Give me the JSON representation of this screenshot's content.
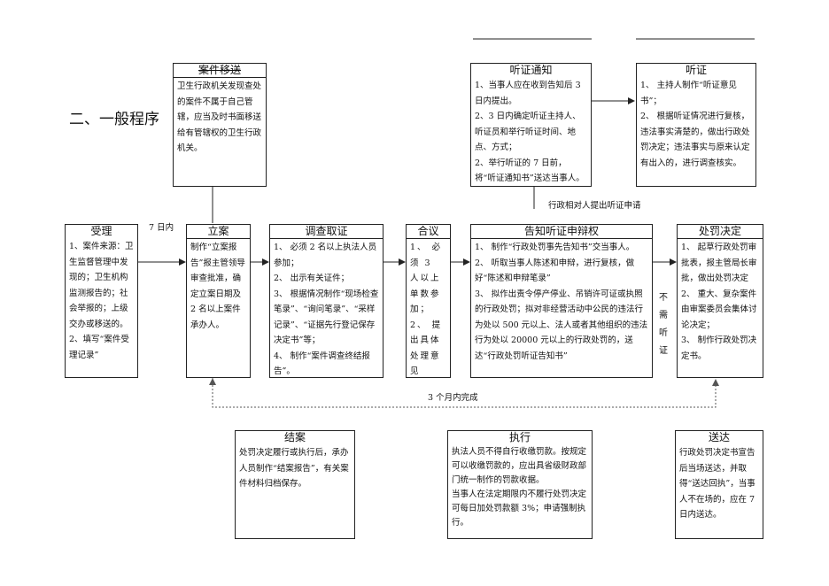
{
  "section_title": "二、一般程序",
  "boxes": {
    "transfer": {
      "title": "案件移送",
      "lines": [
        "卫生行政机关发现查处的案件不属于自己管辖，应当及时书面移送给有管辖权的卫生行政机关。"
      ]
    },
    "notice": {
      "title": "听证通知",
      "lines": [
        "1、当事人应在收到告知后 3 日内提出。",
        "2、3 日内确定听证主持人、听证员和举行听证时间、地点、方式；",
        "2、举行听证的 7 日前，将“听证通知书”送达当事人。"
      ]
    },
    "hearing": {
      "title": "听证",
      "lines": [
        "1、 主持人制作“听证意见书”；",
        "2、 根据听证情况进行复核，违法事实清楚的，做出行政处罚决定；违法事实与原来认定有出入的，进行调查核实。"
      ]
    },
    "accept": {
      "title": "受理",
      "lines": [
        "1、案件来源：卫生监督管理中发现的；卫生机构监测报告的；社会举报的；上级交办或移送的。",
        "2、填写“案件受理记录”"
      ]
    },
    "file": {
      "title": "立案",
      "lines": [
        "制作“立案报告”报主管领导审查批准，确定立案日期及 2 名以上案件承办人。"
      ]
    },
    "investigate": {
      "title": "调查取证",
      "lines": [
        "1、 必须 2 名以上执法人员参加；",
        "2、 出示有关证件；",
        "3、 根据情况制作“现场检查笔录”、“询问笔录”、“采样记录”、“证据先行登记保存决定书”等；",
        "4、 制作“案件调查终结报告”。"
      ]
    },
    "discuss": {
      "title": "合议",
      "lines": [
        "1、 必须 3 人以上单数参加；",
        "2、 提出具体处理意见"
      ]
    },
    "inform": {
      "title": "告知听证申辩权",
      "lines": [
        "1、 制作“行政处罚事先告知书”交当事人。",
        "2、 听取当事人陈述和申辩，进行复核，做好“陈述和申辩笔录”",
        "3、 拟作出责令停产停业、吊销许可证或执照的行政处罚；拟对非经营活动中公民的违法行为处以 500 元以上、法人或者其他组织的违法行为处以 20000 元以上的行政处罚的，送达“行政处罚听证告知书”"
      ]
    },
    "decision": {
      "title": "处罚决定",
      "lines": [
        "1、 起草行政处罚审批表，报主管局长审批，做出处罚决定",
        "2、 重大、复杂案件由审案委员会集体讨论决定；",
        "3、 制作行政处罚决定书。"
      ]
    },
    "close": {
      "title": "结案",
      "lines": [
        "处罚决定履行或执行后，承办人员制作“结案报告”，有关案件材料归档保存。"
      ]
    },
    "execute": {
      "title": "执行",
      "lines": [
        "执法人员不得自行收缴罚款。按规定可以收缴罚款的，应出具省级财政部门统一制作的罚款收据。",
        "当事人在法定期限内不履行处罚决定可每日加处罚款额 3%；申请强制执行。"
      ]
    },
    "deliver": {
      "title": "送达",
      "lines": [
        "行政处罚决定书宣告后当场送达，并取得“送达回执”，当事人不在场的，应在 7 日内送达。"
      ]
    }
  },
  "labels": {
    "seven_days": "7 日内",
    "hearing_request": "行政相对人提出听证申请",
    "no_hearing": "不需听证",
    "three_months": "3 个月内完成"
  }
}
